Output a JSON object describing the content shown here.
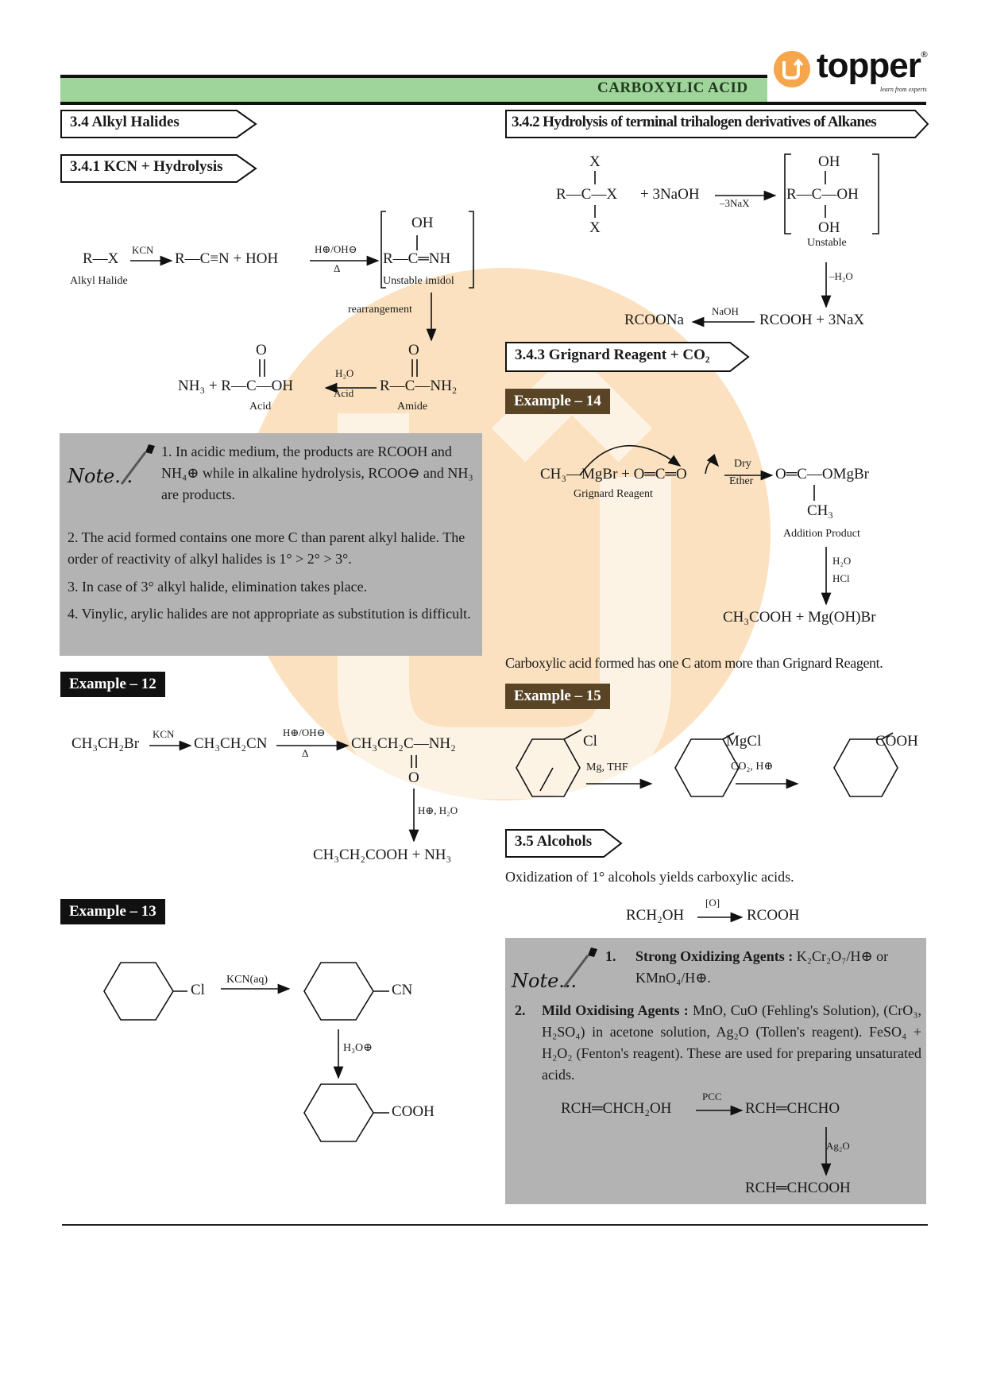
{
  "header": {
    "chapter_title": "CARBOXYLIC ACID",
    "brand": "topper",
    "brand_tagline": "learn from experts",
    "brand_reg": "®",
    "brand_color": "#f5a54a",
    "band_color": "#9fd49a"
  },
  "left": {
    "sec_3_4": "3.4  Alkyl Halides",
    "sec_3_4_1": "3.4.1  KCN + Hydrolysis",
    "kcn": {
      "r_x": "R—X",
      "alkyl_halide_label": "Alkyl Halide",
      "reagent1": "KCN",
      "nitrile": "R—C≡N + HOH",
      "reagent2_top": "H⊕/OH⊖",
      "reagent2_bottom": "Δ",
      "imidol_oh": "OH",
      "imidol": "R—C═NH",
      "imidol_label": "Unstable imidol",
      "rearrangement": "rearrangement",
      "amide_o": "O",
      "amide": "R—C—NH₂",
      "amide_label": "Amide",
      "hydrolysis_top": "H₂O",
      "hydrolysis_bottom": "Acid",
      "acid_o": "O",
      "acid": "NH₃ + R—C—OH",
      "acid_label": "Acid"
    },
    "note": {
      "logo": "Note...",
      "items": [
        "1. In acidic medium, the products are RCOOH and NH₄⊕ while in alkaline hydrolysis, RCOO⊖ and NH₃ are products.",
        "2. The acid formed contains one more C than parent alkyl halide. The order of reactivity of alkyl halides is 1° > 2° > 3°.",
        "3. In case of 3° alkyl halide, elimination takes place.",
        "4. Vinylic, arylic halides are not appropriate as substitution is difficult."
      ]
    },
    "example12": {
      "label": "Example – 12",
      "start": "CH₃CH₂Br",
      "reagent1": "KCN",
      "nitrile": "CH₃CH₂CN",
      "reagent2_top": "H⊕/OH⊖",
      "reagent2_bottom": "Δ",
      "amide": "CH₃CH₂C—NH₂",
      "amide_o": "O",
      "reagent3": "H⊕, H₂O",
      "product": "CH₃CH₂COOH + NH₃"
    },
    "example13": {
      "label": "Example – 13",
      "sub1": "Cl",
      "reagent1": "KCN(aq)",
      "sub2": "CN",
      "reagent2": "H₃O⊕",
      "sub3": "COOH"
    }
  },
  "right": {
    "sec_3_4_2": "3.4.2 Hydrolysis of terminal trihalogen derivatives of Alkanes",
    "trihalo": {
      "x_top": "X",
      "center": "R—C—X",
      "x_bottom": "X",
      "reagent": "+ 3NaOH",
      "below_arrow": "–3NaX",
      "oh_top": "OH",
      "intermediate": "R—C—OH",
      "oh_bottom": "OH",
      "unstable": "Unstable",
      "dehydration": "–H₂O",
      "product": "RCOOH + 3NaX",
      "naoh": "NaOH",
      "salt": "RCOONa"
    },
    "sec_3_4_3": "3.4.3  Grignard Reagent + CO₂",
    "example14": {
      "label": "Example – 14",
      "reactant": "CH₃—MgBr + O═C═O",
      "grignard_label": "Grignard Reagent",
      "cond_top": "Dry",
      "cond_bottom": "Ether",
      "adduct": "O═C—OMgBr",
      "adduct_ch3": "CH₃",
      "adduct_label": "Addition Product",
      "hydrolysis_top": "H₂O",
      "hydrolysis_bottom": "HCl",
      "product": "CH₃COOH + Mg(OH)Br"
    },
    "grignard_note": "Carboxylic acid formed has one C atom more than Grignard Reagent.",
    "example15": {
      "label": "Example – 15",
      "sub1": "Cl",
      "reagent1": "Mg, THF",
      "sub2": "MgCl",
      "reagent2": "CO₂, H⊕",
      "sub3": "COOH"
    },
    "sec_3_5": "3.5  Alcohols",
    "alcohol_text": "Oxidization of 1° alcohols yields carboxylic acids.",
    "alcohol_rxn": {
      "reactant": "RCH₂OH",
      "reagent": "[O]",
      "product": "RCOOH"
    },
    "note2": {
      "logo": "Note...",
      "item1_num": "1.",
      "item1_bold": "Strong Oxidizing Agents :",
      "item1_text": "K₂Cr₂O₇/H⊕ or KMnO₄/H⊕.",
      "item2_num": "2.",
      "item2_bold": "Mild Oxidising Agents :",
      "item2_text": "MnO, CuO (Fehling's Solution), (CrO₃, H₂SO₄) in acetone solution, Ag₂O (Tollen's reagent). FeSO₄ + H₂O₂ (Fenton's reagent). These are used for preparing unsaturated acids.",
      "rxn_reactant": "RCH═CHCH₂OH",
      "rxn_reagent": "PCC",
      "rxn_product": "RCH═CHCHO",
      "rxn_reagent2": "Ag₂O",
      "rxn_final": "RCH═CHCOOH"
    }
  }
}
